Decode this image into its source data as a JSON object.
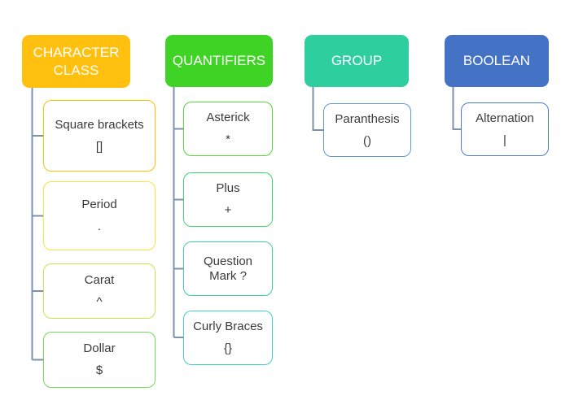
{
  "diagram": {
    "columns": [
      {
        "id": "character-class",
        "title": "CHARACTER CLASS",
        "children": [
          {
            "label": "Square brackets",
            "symbol": "[]"
          },
          {
            "label": "Period",
            "symbol": "."
          },
          {
            "label": "Carat",
            "symbol": "^"
          },
          {
            "label": "Dollar",
            "symbol": "$"
          }
        ]
      },
      {
        "id": "quantifiers",
        "title": "QUANTIFIERS",
        "children": [
          {
            "label": "Asterick",
            "symbol": "*"
          },
          {
            "label": "Plus",
            "symbol": "+"
          },
          {
            "label": "Question Mark ?",
            "symbol": ""
          },
          {
            "label": "Curly Braces",
            "symbol": "{}"
          }
        ]
      },
      {
        "id": "group",
        "title": "GROUP",
        "children": [
          {
            "label": "Paranthesis",
            "symbol": "()"
          }
        ]
      },
      {
        "id": "boolean",
        "title": "BOOLEAN",
        "children": [
          {
            "label": "Alternation",
            "symbol": "|"
          }
        ]
      }
    ]
  },
  "colors": {
    "background": "#FFFFFF",
    "header_text": "#FFFFFF",
    "child_text": "#3A3A3A",
    "connector": "#7C90AF",
    "header_character_class": "#FFC010",
    "header_quantifiers": "#3FD425",
    "header_group": "#2FCE9F",
    "header_boolean": "#4472C4",
    "border_square_brackets": "#FFC000",
    "border_period": "#F2E73E",
    "border_carat": "#C5E64A",
    "border_dollar": "#6FDC51",
    "border_asterick": "#54D83A",
    "border_plus": "#3FD56E",
    "border_question_mark": "#3CCFA4",
    "border_curly_braces": "#44CEC4",
    "border_paranthesis": "#5B9BD5",
    "border_alternation": "#4A7CC9"
  }
}
